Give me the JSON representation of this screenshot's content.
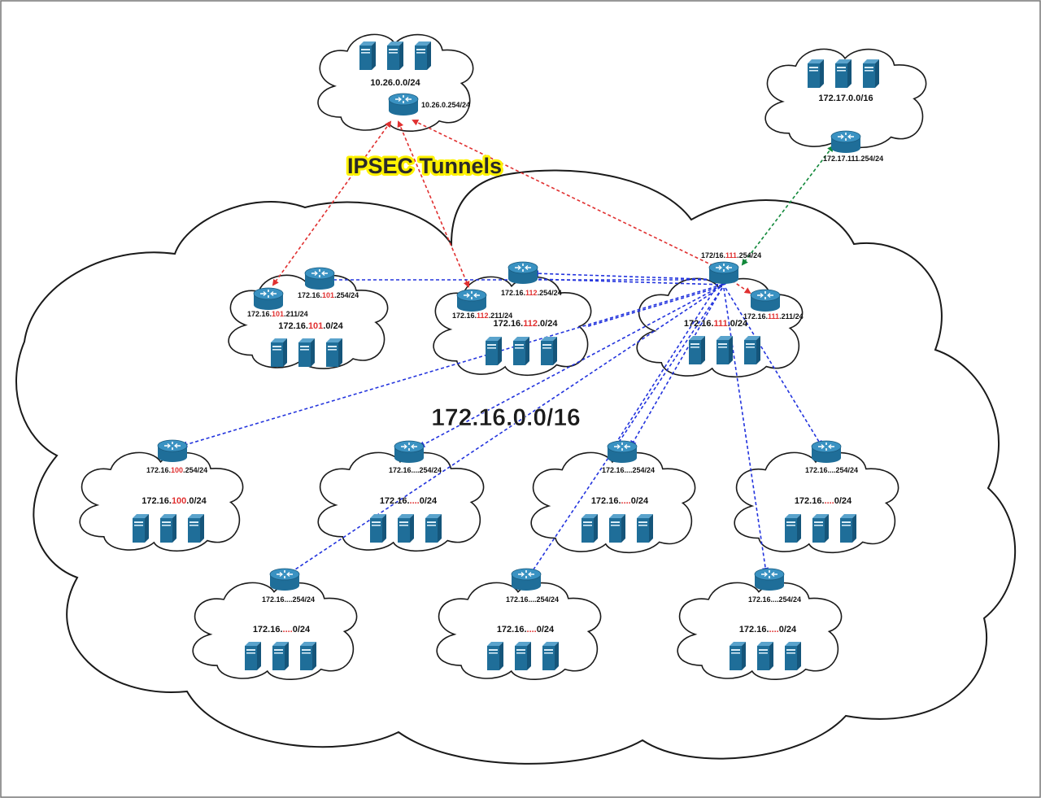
{
  "title": "172.16.0.0/16",
  "ipsec_label": "IPSEC Tunnels",
  "colors": {
    "router_blue": "#1f6e99",
    "router_top": "#3a92c2",
    "server_blue": "#1f6e99",
    "highlight_red": "#e03030",
    "ipsec_yellow": "#fff200",
    "tunnel_red": "#e03030",
    "link_blue": "#2233dd",
    "link_green": "#11883a"
  },
  "icons": {
    "router": "router-icon",
    "server": "server-icon",
    "cloud": "cloud-shape"
  },
  "sites": {
    "hq": {
      "network": "10.26.0.0/24",
      "router": "10.26.0.254/24"
    },
    "remote": {
      "network": "172.17.0.0/16",
      "router": "172.17.111.254/24"
    },
    "s101": {
      "network": [
        "172.16.",
        "101",
        ".0/24"
      ],
      "router_a": [
        "172.16.",
        "101",
        ".211/24"
      ],
      "router_b": [
        "172.16.",
        "101",
        ".254/24"
      ]
    },
    "s112": {
      "network": [
        "172.16.",
        "112",
        ".0/24"
      ],
      "router_a": [
        "172.16.",
        "112",
        ".211/24"
      ],
      "router_b": [
        "172.16.",
        "112",
        ".254/24"
      ]
    },
    "s111": {
      "network": [
        "172.16.",
        "111",
        ".0/24"
      ],
      "router_a": [
        "172.16.",
        "111",
        ".211/24"
      ],
      "router_b": [
        "172/16.",
        "111",
        ".254/24"
      ]
    },
    "s100": {
      "network": [
        "172.16.",
        "100",
        ".0/24"
      ],
      "router": [
        "172.16.",
        "100",
        ".254/24"
      ]
    },
    "r2a": {
      "network": [
        "172.16.",
        "....",
        "0/24"
      ],
      "router": "172.16....254/24"
    },
    "r2b": {
      "network": [
        "172.16.",
        "....",
        "0/24"
      ],
      "router": "172.16....254/24"
    },
    "r2c": {
      "network": [
        "172.16.",
        "....",
        "0/24"
      ],
      "router": "172.16....254/24"
    },
    "r3a": {
      "network": [
        "172.16.",
        "....",
        "0/24"
      ],
      "router": "172.16....254/24"
    },
    "r3b": {
      "network": [
        "172.16.",
        "....",
        "0/24"
      ],
      "router": "172.16....254/24"
    },
    "r3c": {
      "network": [
        "172.16.",
        "....",
        "0/24"
      ],
      "router": "172.16....254/24"
    },
    "r3d": {
      "network": [
        "172.16.",
        "....",
        "0/24"
      ],
      "router": "172.16....254/24"
    }
  }
}
